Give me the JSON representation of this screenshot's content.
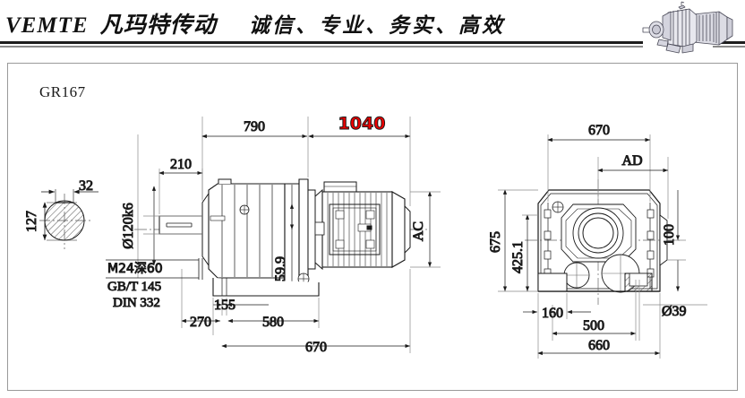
{
  "header": {
    "brand_latin": "VEMTE",
    "brand_cn": "凡玛特传动",
    "slogan": "诚信、专业、务实、高效",
    "product_image_name": "gearmotor-3d-illustration"
  },
  "drawing": {
    "title": "GR167",
    "shaft_detail": {
      "keyway_width": "32",
      "shaft_height": "127"
    },
    "notes": [
      "M24深60",
      "GB/T 145",
      "DIN 332"
    ],
    "front_view": {
      "shaft_diameter": "Ø120k6",
      "shaft_length": "210",
      "gearbox_length": "790",
      "overall_length": "1040",
      "overall_length_color": "#ee0000",
      "foot_offset": "155",
      "foot_to_shaft": "270",
      "foot_hole_span": "580",
      "base_length": "670",
      "center_height_label": "59.9",
      "motor_diameter_label": "AC"
    },
    "end_view": {
      "housing_width": "670",
      "flange_label": "AD",
      "total_height": "675",
      "center_height": "425.1",
      "boss_height": "100",
      "foot_width": "160",
      "foot_hole_span": "500",
      "base_width": "660",
      "bolt_diameter": "Ø39"
    }
  }
}
